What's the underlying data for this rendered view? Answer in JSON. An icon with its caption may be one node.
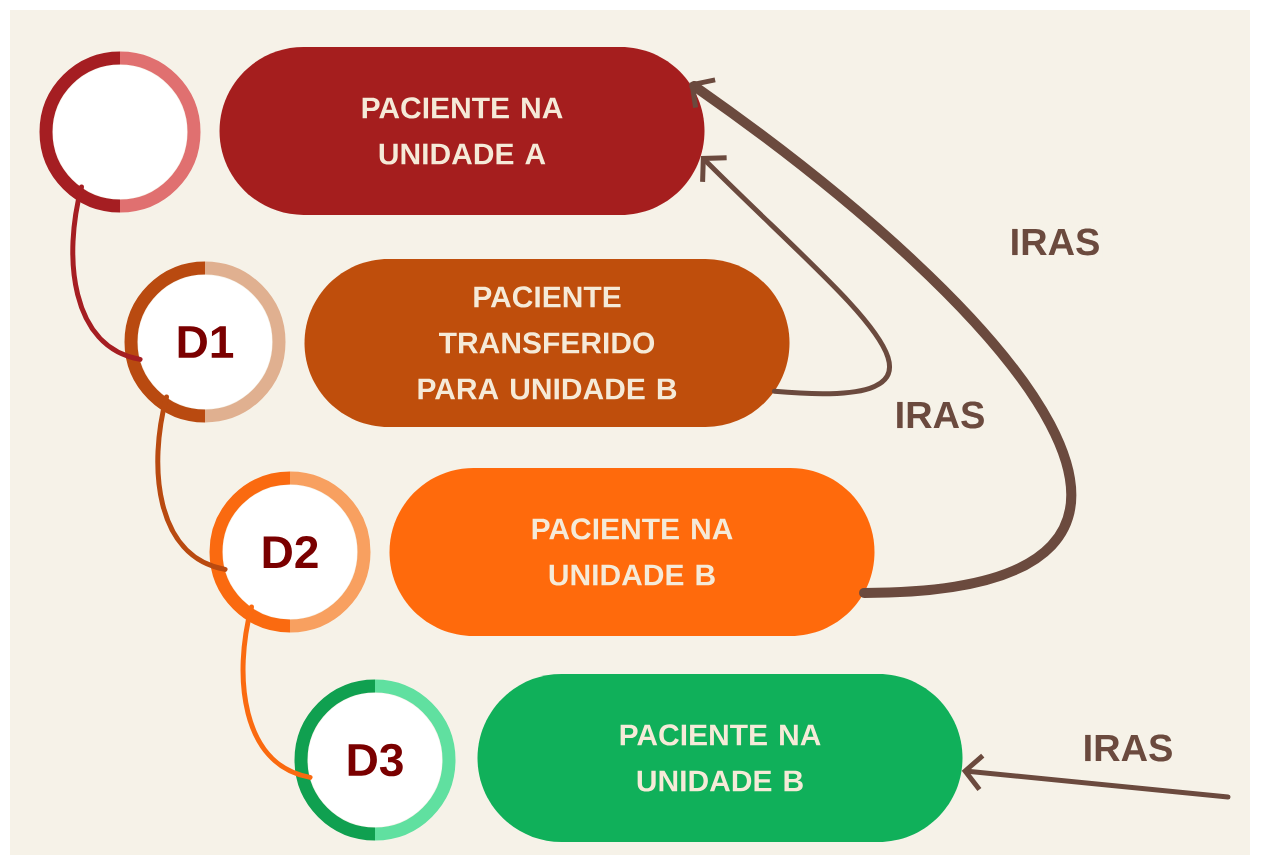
{
  "diagram": {
    "nodes": [
      {
        "text": [],
        "shape": "circle"
      },
      {
        "text": [
          "PACIENTE NA UNIDADE   A"
        ]
      },
      {
        "text": [
          "D1"
        ]
      },
      {
        "text": [
          "PACIENTE TRANSFERIDO PARA UNIDADE B"
        ]
      },
      {
        "text": [
          "D2"
        ]
      },
      {
        "text": [
          "PACIENTE NA UNIDADE B"
        ]
      },
      {
        "text": [
          "D3"
        ]
      },
      {
        "text": [
          "PACIENTE NA UNIDADE B"
        ]
      }
    ],
    "edges": [
      {
        "from": 0,
        "to": 2,
        "arrow": "none",
        "color": "#a51e22"
      },
      {
        "from": 2,
        "to": 4,
        "arrow": "none",
        "color": "#b94a10"
      },
      {
        "from": 4,
        "to": 6,
        "arrow": "none",
        "color": "#fa6a10"
      },
      {
        "from": 3,
        "to": 1,
        "arrow": "to",
        "label": "IRAS"
      },
      {
        "from": 5,
        "to": 1,
        "arrow": "to",
        "label": "IRAS",
        "style": "thick"
      },
      {
        "from": null,
        "to": 7,
        "arrow": "to",
        "label": "IRAS"
      }
    ]
  }
}
